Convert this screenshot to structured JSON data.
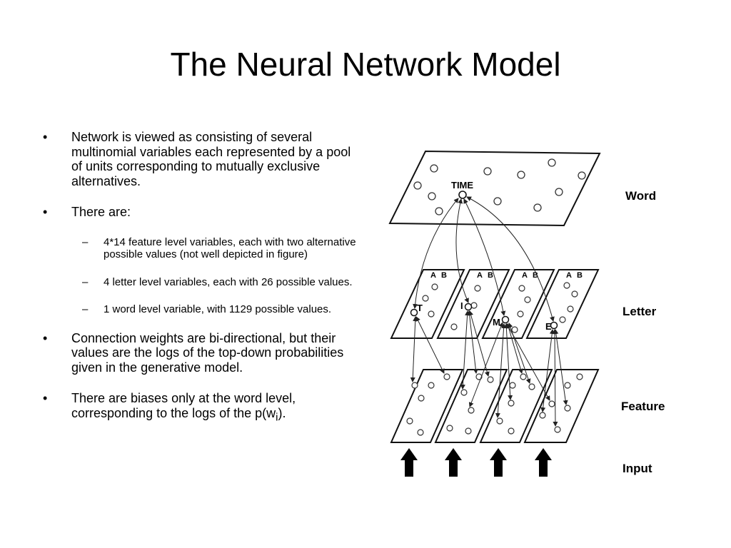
{
  "slide": {
    "title": "The Neural Network Model",
    "bullets": [
      {
        "level": 1,
        "text": "Network is viewed as consisting of several multinomial variables each represented by a pool of units corresponding to mutually exclusive alternatives."
      },
      {
        "level": 1,
        "text": "There are:"
      },
      {
        "level": 2,
        "text": "4*14 feature level variables, each with two alternative possible values (not well depicted in figure)"
      },
      {
        "level": 2,
        "text": "4 letter level variables, each with 26 possible values."
      },
      {
        "level": 2,
        "text": "1 word level variable, with 1129 possible values."
      },
      {
        "level": 1,
        "text": "Connection weights are bi-directional, but their values are the logs of the top-down probabilities given in the generative model."
      },
      {
        "level": 1,
        "text_before": "There are biases only at the word level, corresponding to the logs of the p(w",
        "subscript": "i",
        "text_after": ")."
      }
    ],
    "markers": {
      "level1": "•",
      "level2": "–"
    }
  },
  "figure": {
    "layer_labels": {
      "word": "Word",
      "letter": "Letter",
      "feature": "Feature",
      "input": "Input"
    },
    "word_unit_label": "TIME",
    "letter_unit_labels": [
      "T",
      "I",
      "M",
      "E"
    ],
    "letter_group_header": [
      "A",
      "B"
    ]
  }
}
